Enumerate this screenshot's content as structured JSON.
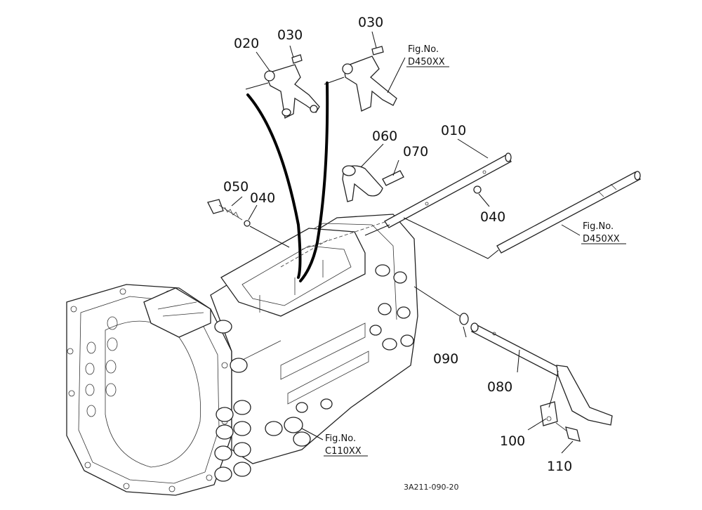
{
  "labels": {
    "p010": "010",
    "p020": "020",
    "p030a": "030",
    "p030b": "030",
    "p040a": "040",
    "p040b": "040",
    "p050": "050",
    "p060": "060",
    "p070": "070",
    "p080": "080",
    "p090": "090",
    "p100": "100",
    "p110": "110"
  },
  "figrefs": {
    "top": {
      "line1": "Fig.No.",
      "line2": "D450XX"
    },
    "right": {
      "line1": "Fig.No.",
      "line2": "D450XX"
    },
    "bottom": {
      "line1": "Fig.No.",
      "line2": "C110XX"
    }
  },
  "drawing_code": "3A211-090-20"
}
